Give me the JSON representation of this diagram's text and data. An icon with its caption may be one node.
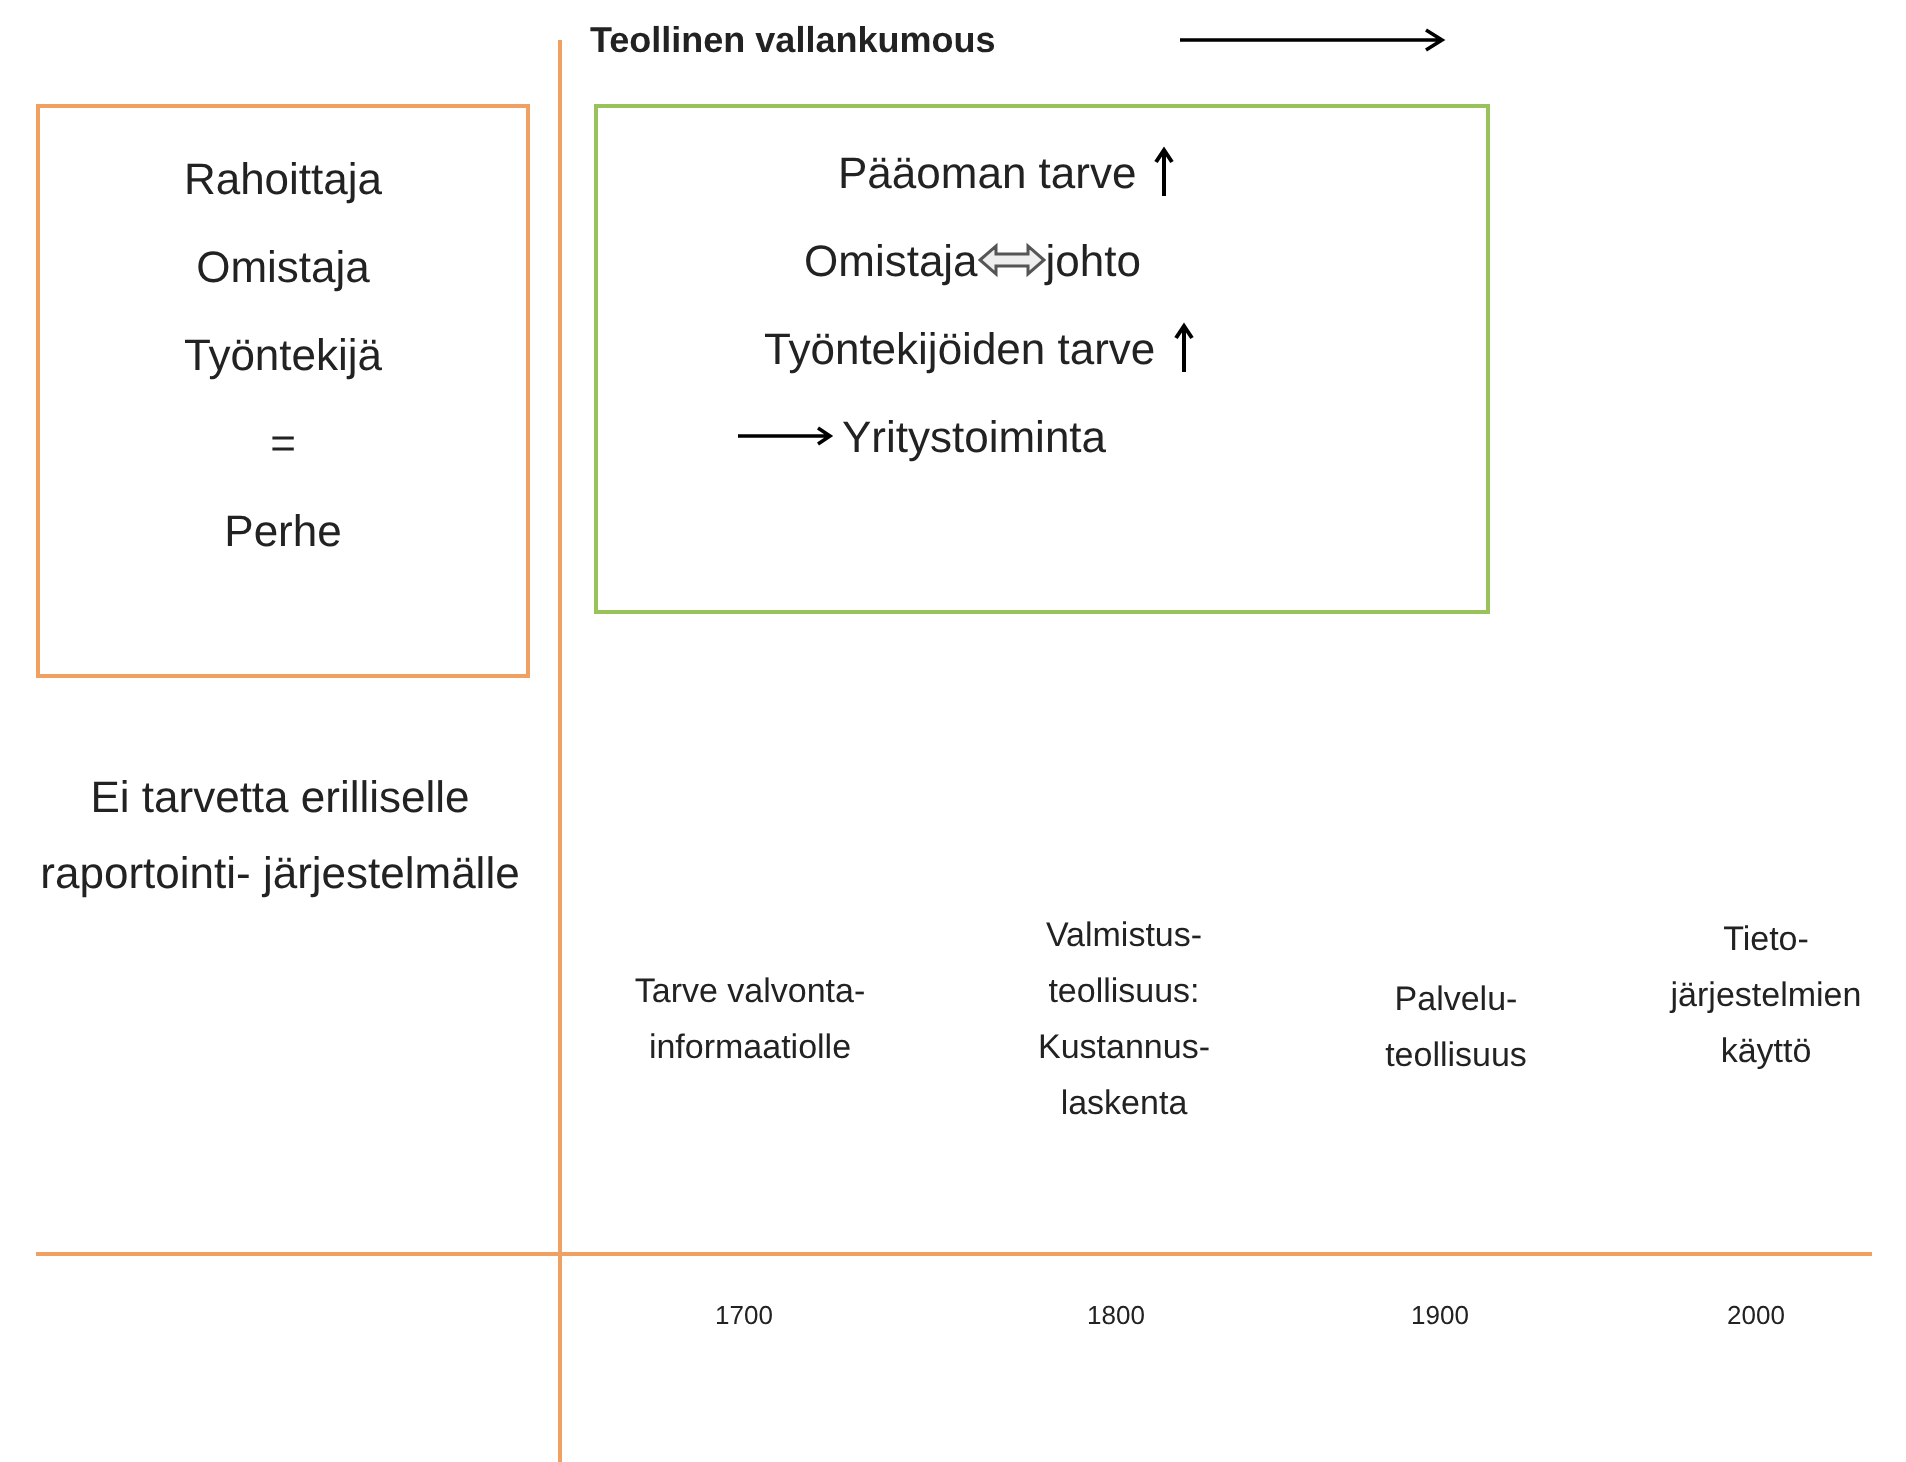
{
  "diagram": {
    "title": "Teollinen vallankumous",
    "nodes": [
      {
        "text": [
          "Rahoittaja",
          "Omistaja",
          "Työntekijä",
          "=",
          "Perhe"
        ]
      },
      {
        "text": [
          "Pääoman tarve",
          "Omistaja",
          "johto",
          "Työntekijöiden tarve",
          "Yritystoiminta"
        ]
      }
    ],
    "labels": [
      "Ei tarvetta erilliselle raportointi- järjestelmälle",
      "Tarve valvonta- informaatiolle",
      "Valmistus- teollisuus: Kustannus- laskenta",
      "Palvelu- teollisuus",
      "Tieto- järjestelmien käyttö",
      "1700",
      "1800",
      "1900",
      "2000"
    ]
  }
}
